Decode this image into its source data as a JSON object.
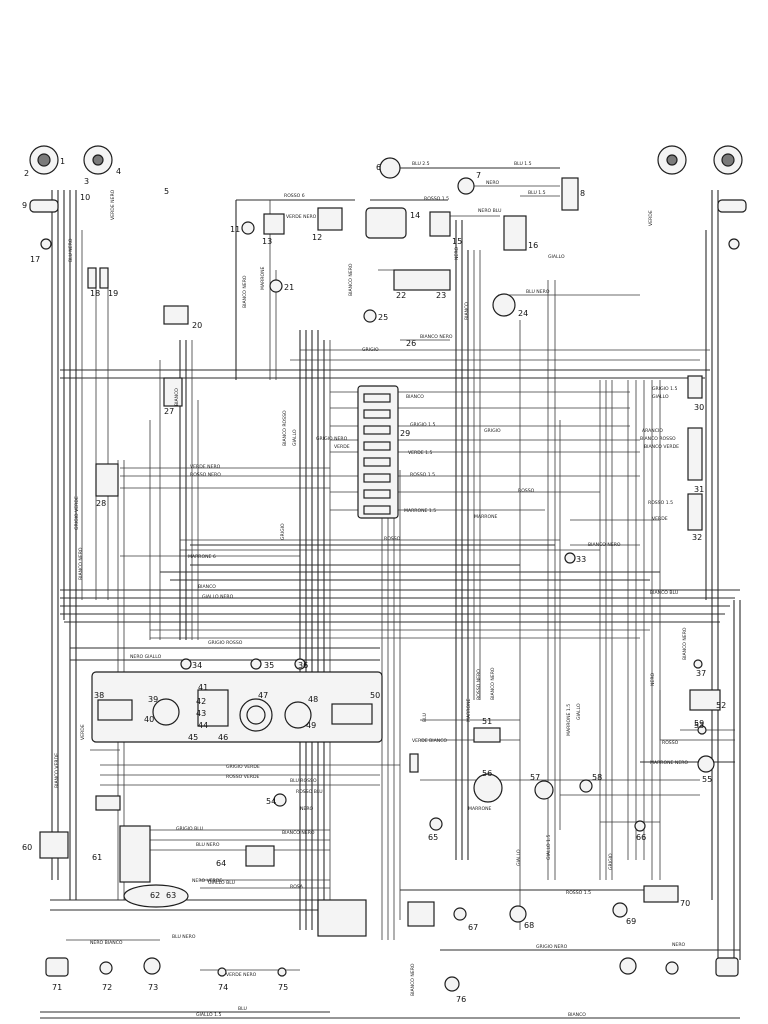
{
  "diagram": {
    "components": [
      {
        "id": "1",
        "label": "1"
      },
      {
        "id": "2",
        "label": "2"
      },
      {
        "id": "3",
        "label": "3"
      },
      {
        "id": "4",
        "label": "4"
      },
      {
        "id": "5",
        "label": "5"
      },
      {
        "id": "6",
        "label": "6"
      },
      {
        "id": "7",
        "label": "7"
      },
      {
        "id": "8",
        "label": "8"
      },
      {
        "id": "9",
        "label": "9"
      },
      {
        "id": "10",
        "label": "10"
      },
      {
        "id": "11",
        "label": "11"
      },
      {
        "id": "12",
        "label": "12"
      },
      {
        "id": "13",
        "label": "13"
      },
      {
        "id": "14",
        "label": "14"
      },
      {
        "id": "15",
        "label": "15"
      },
      {
        "id": "16",
        "label": "16"
      },
      {
        "id": "17",
        "label": "17"
      },
      {
        "id": "18",
        "label": "18"
      },
      {
        "id": "19",
        "label": "19"
      },
      {
        "id": "20",
        "label": "20"
      },
      {
        "id": "21",
        "label": "21"
      },
      {
        "id": "22",
        "label": "22"
      },
      {
        "id": "23",
        "label": "23"
      },
      {
        "id": "24",
        "label": "24"
      },
      {
        "id": "25",
        "label": "25"
      },
      {
        "id": "26",
        "label": "26"
      },
      {
        "id": "27",
        "label": "27"
      },
      {
        "id": "28",
        "label": "28"
      },
      {
        "id": "29",
        "label": "29"
      },
      {
        "id": "30",
        "label": "30"
      },
      {
        "id": "31",
        "label": "31"
      },
      {
        "id": "32",
        "label": "32"
      },
      {
        "id": "33",
        "label": "33"
      },
      {
        "id": "34",
        "label": "34"
      },
      {
        "id": "35",
        "label": "35"
      },
      {
        "id": "36",
        "label": "36"
      },
      {
        "id": "37",
        "label": "37"
      },
      {
        "id": "38",
        "label": "38"
      },
      {
        "id": "39",
        "label": "39"
      },
      {
        "id": "40",
        "label": "40"
      },
      {
        "id": "41",
        "label": "41"
      },
      {
        "id": "42",
        "label": "42"
      },
      {
        "id": "43",
        "label": "43"
      },
      {
        "id": "44",
        "label": "44"
      },
      {
        "id": "45",
        "label": "45"
      },
      {
        "id": "46",
        "label": "46"
      },
      {
        "id": "47",
        "label": "47"
      },
      {
        "id": "48",
        "label": "48"
      },
      {
        "id": "49",
        "label": "49"
      },
      {
        "id": "50",
        "label": "50"
      },
      {
        "id": "51",
        "label": "51"
      },
      {
        "id": "52",
        "label": "52"
      },
      {
        "id": "53",
        "label": "53"
      },
      {
        "id": "54",
        "label": "54"
      },
      {
        "id": "55",
        "label": "55"
      },
      {
        "id": "56",
        "label": "56"
      },
      {
        "id": "57",
        "label": "57"
      },
      {
        "id": "58",
        "label": "58"
      },
      {
        "id": "59",
        "label": "59"
      },
      {
        "id": "60",
        "label": "60"
      },
      {
        "id": "61",
        "label": "61"
      },
      {
        "id": "62",
        "label": "62"
      },
      {
        "id": "63",
        "label": "63"
      },
      {
        "id": "64",
        "label": "64"
      },
      {
        "id": "65",
        "label": "65"
      },
      {
        "id": "66",
        "label": "66"
      },
      {
        "id": "67",
        "label": "67"
      },
      {
        "id": "68",
        "label": "68"
      },
      {
        "id": "69",
        "label": "69"
      },
      {
        "id": "70",
        "label": "70"
      },
      {
        "id": "71",
        "label": "71"
      },
      {
        "id": "72",
        "label": "72"
      },
      {
        "id": "73",
        "label": "73"
      },
      {
        "id": "74",
        "label": "74"
      },
      {
        "id": "75",
        "label": "75"
      },
      {
        "id": "76",
        "label": "76"
      }
    ],
    "wire_labels": {
      "rosso_6": "ROSSO 6",
      "blu_2_5": "BLU 2.5",
      "blu_1_5": "BLU 1.5",
      "nero": "NERO",
      "blu_1_5b": "BLU 1.5",
      "verde_nero": "VERDE NERO",
      "rosso_1_5": "ROSSO 1.5",
      "nero_blu": "NERO BLU",
      "giallo": "GIALLO",
      "bianco": "BIANCO",
      "bianco_nero": "BIANCO NERO",
      "grigio": "GRIGIO",
      "grigio_1_5": "GRIGIO 1.5",
      "marrone": "MARRONE",
      "marrone_6": "MARRONE 6",
      "marrone_1_5": "MARRONE 1.5",
      "rosso": "ROSSO",
      "rosso_nero": "ROSSO NERO",
      "verde": "VERDE",
      "verde_1_5": "VERDE 1.5",
      "blu_nero": "BLU NERO",
      "bianco_rosso": "BIANCO ROSSO",
      "giallo_nero": "GIALLO NERO",
      "grigio_nero": "GRIGIO NERO",
      "nero_giallo": "NERO GIALLO",
      "bianco_verde": "BIANCO VERDE",
      "rosso_1_5b": "ROSSO 1.5",
      "grigio_rosso": "GRIGIO ROSSO",
      "verde_nero_b": "VERDE NERO",
      "blu_rosso": "BLU ROSSO",
      "rosso_blu": "ROSSO BLU",
      "bianco_blu": "BIANCO BLU",
      "nero_bianco": "NERO BIANCO",
      "blu": "BLU",
      "rosa": "ROSA",
      "giallo_blu": "GIALLO BLU",
      "verde_bianco": "VERDE BIANCO",
      "grigio_verde": "GRIGIO VERDE",
      "arancio": "ARANCIO",
      "marrone_b": "MARRONE",
      "giallo_1_5": "GIALLO 1.5",
      "grigio_blu": "GRIGIO BLU",
      "bianco_b": "BIANCO",
      "rosso_b": "ROSSO",
      "blu_nero_b": "BLU NERO",
      "bianco_nero_b": "BIANCO NERO",
      "nero_b": "NERO",
      "verde_b": "VERDE",
      "grigio_b": "GRIGIO",
      "rosso_verde": "ROSSO VERDE",
      "marrone_nero": "MARRONE NERO",
      "nero_verde": "NERO VERDE",
      "giallo_b": "GIALLO"
    }
  }
}
